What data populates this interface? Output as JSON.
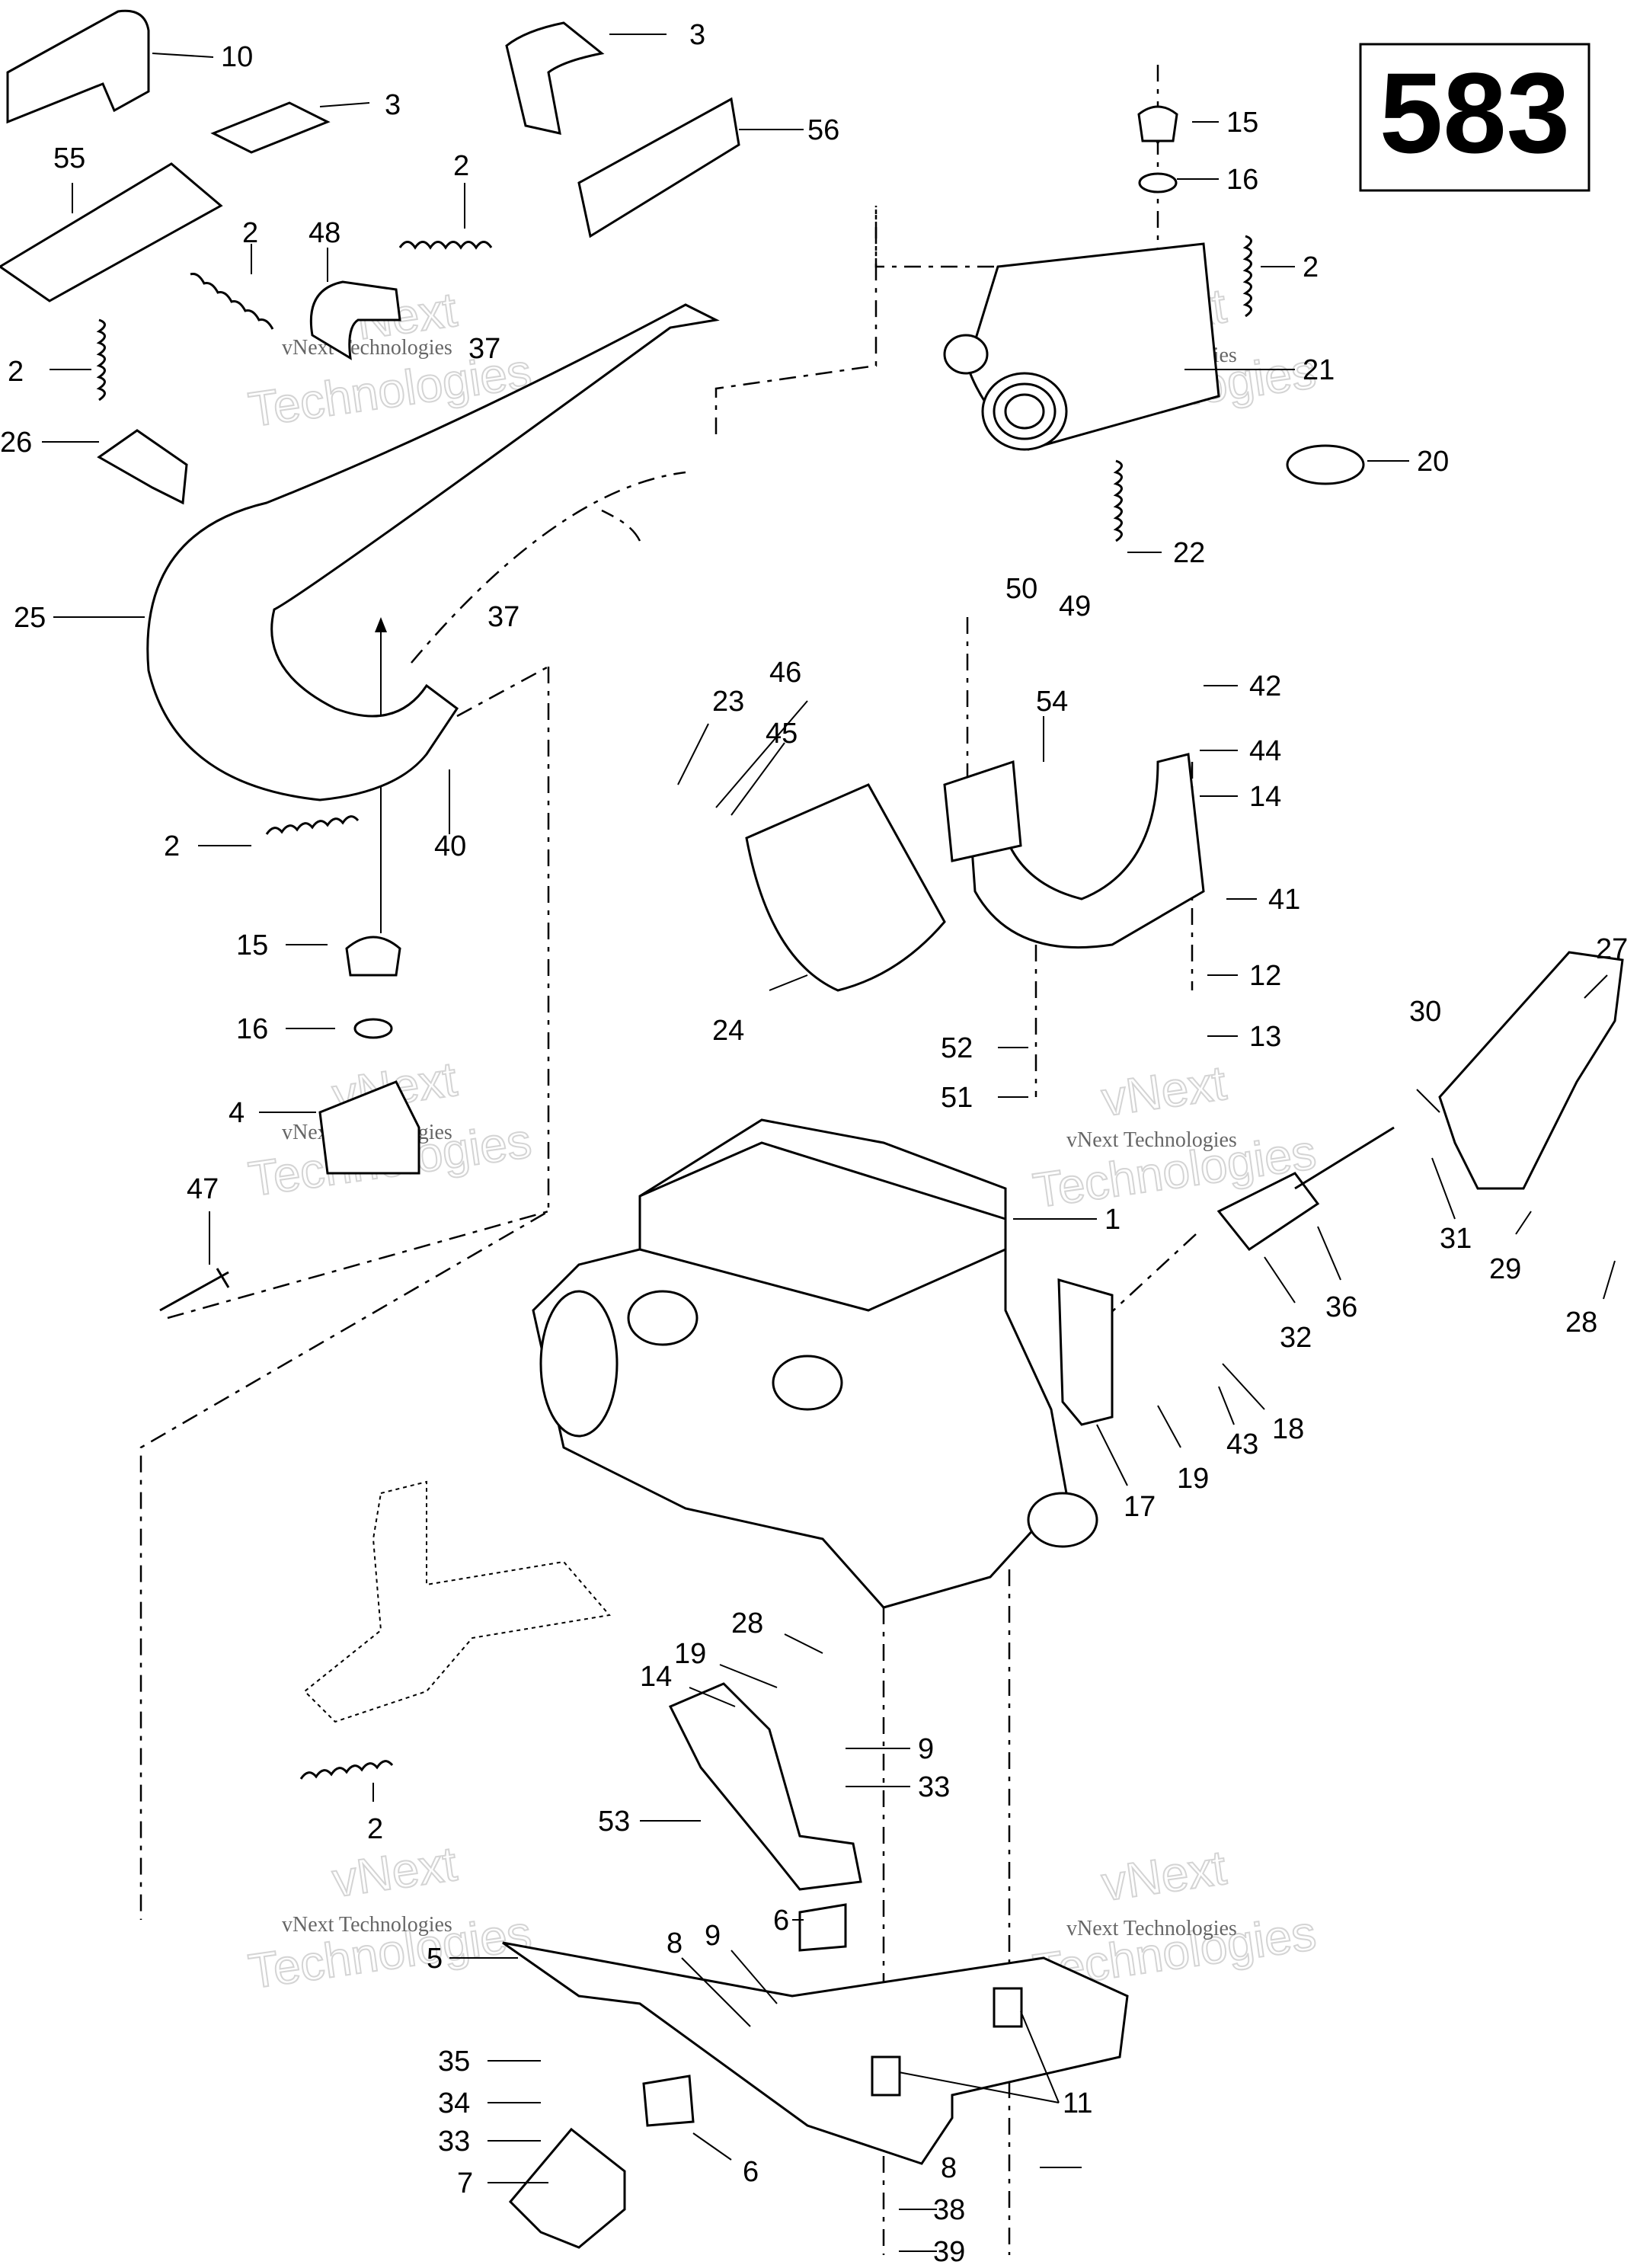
{
  "page_number": "583",
  "watermark": {
    "line1": "vNext",
    "line2": "Technologies",
    "small": "vNext Technologies"
  },
  "callouts": [
    {
      "id": "c10",
      "text": "10"
    },
    {
      "id": "c3a",
      "text": "3"
    },
    {
      "id": "c3b",
      "text": "3"
    },
    {
      "id": "c56",
      "text": "56"
    },
    {
      "id": "c55",
      "text": "55"
    },
    {
      "id": "c2a",
      "text": "2"
    },
    {
      "id": "c2b",
      "text": "2"
    },
    {
      "id": "c48",
      "text": "48"
    },
    {
      "id": "c2c",
      "text": "2"
    },
    {
      "id": "c37a",
      "text": "37"
    },
    {
      "id": "c26",
      "text": "26"
    },
    {
      "id": "c15a",
      "text": "15"
    },
    {
      "id": "c16a",
      "text": "16"
    },
    {
      "id": "c2d",
      "text": "2"
    },
    {
      "id": "c21",
      "text": "21"
    },
    {
      "id": "c20",
      "text": "20"
    },
    {
      "id": "c22",
      "text": "22"
    },
    {
      "id": "c25",
      "text": "25"
    },
    {
      "id": "c37b",
      "text": "37"
    },
    {
      "id": "c50",
      "text": "50"
    },
    {
      "id": "c49",
      "text": "49"
    },
    {
      "id": "c23",
      "text": "23"
    },
    {
      "id": "c46",
      "text": "46"
    },
    {
      "id": "c45",
      "text": "45"
    },
    {
      "id": "c54",
      "text": "54"
    },
    {
      "id": "c42",
      "text": "42"
    },
    {
      "id": "c44",
      "text": "44"
    },
    {
      "id": "c14a",
      "text": "14"
    },
    {
      "id": "c2e",
      "text": "2"
    },
    {
      "id": "c40",
      "text": "40"
    },
    {
      "id": "c41",
      "text": "41"
    },
    {
      "id": "c24",
      "text": "24"
    },
    {
      "id": "c15b",
      "text": "15"
    },
    {
      "id": "c12",
      "text": "12"
    },
    {
      "id": "c27",
      "text": "27"
    },
    {
      "id": "c16b",
      "text": "16"
    },
    {
      "id": "c13",
      "text": "13"
    },
    {
      "id": "c30",
      "text": "30"
    },
    {
      "id": "c52",
      "text": "52"
    },
    {
      "id": "c4",
      "text": "4"
    },
    {
      "id": "c51",
      "text": "51"
    },
    {
      "id": "c47",
      "text": "47"
    },
    {
      "id": "c1",
      "text": "1"
    },
    {
      "id": "c31",
      "text": "31"
    },
    {
      "id": "c29",
      "text": "29"
    },
    {
      "id": "c36",
      "text": "36"
    },
    {
      "id": "c32",
      "text": "32"
    },
    {
      "id": "c28a",
      "text": "28"
    },
    {
      "id": "c18",
      "text": "18"
    },
    {
      "id": "c43",
      "text": "43"
    },
    {
      "id": "c19a",
      "text": "19"
    },
    {
      "id": "c17",
      "text": "17"
    },
    {
      "id": "c28b",
      "text": "28"
    },
    {
      "id": "c19b",
      "text": "19"
    },
    {
      "id": "c14b",
      "text": "14"
    },
    {
      "id": "c9a",
      "text": "9"
    },
    {
      "id": "c33a",
      "text": "33"
    },
    {
      "id": "c2f",
      "text": "2"
    },
    {
      "id": "c53",
      "text": "53"
    },
    {
      "id": "c6a",
      "text": "6"
    },
    {
      "id": "c5",
      "text": "5"
    },
    {
      "id": "c8a",
      "text": "8"
    },
    {
      "id": "c9b",
      "text": "9"
    },
    {
      "id": "c11",
      "text": "11"
    },
    {
      "id": "c35",
      "text": "35"
    },
    {
      "id": "c34",
      "text": "34"
    },
    {
      "id": "c33b",
      "text": "33"
    },
    {
      "id": "c7",
      "text": "7"
    },
    {
      "id": "c6b",
      "text": "6"
    },
    {
      "id": "c8b",
      "text": "8"
    },
    {
      "id": "c38",
      "text": "38"
    },
    {
      "id": "c39",
      "text": "39"
    }
  ]
}
